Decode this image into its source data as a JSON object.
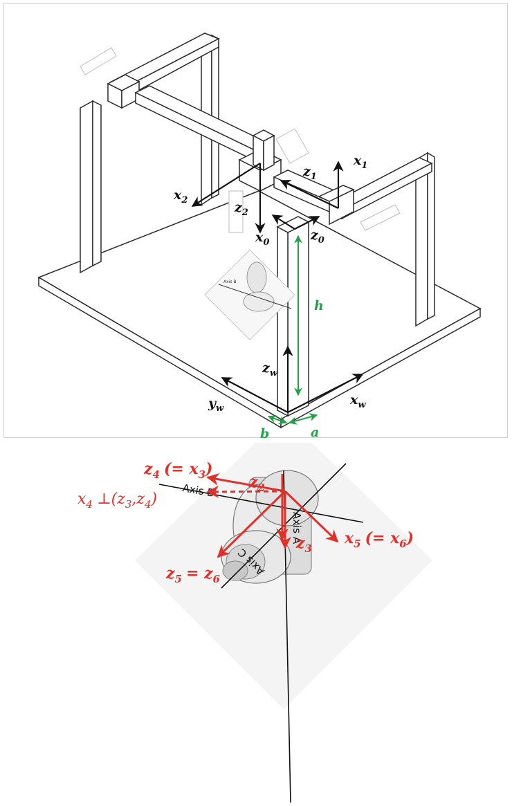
{
  "top_diagram": {
    "frame_labels": {
      "x1": "x",
      "x1_sub": "1",
      "z1": "z",
      "z1_sub": "1",
      "x2": "x",
      "x2_sub": "2",
      "z2": "z",
      "z2_sub": "2",
      "x0": "x",
      "x0_sub": "0",
      "z0": "z",
      "z0_sub": "0",
      "zw": "z",
      "zw_sub": "w",
      "yw": "y",
      "yw_sub": "w",
      "xw": "x",
      "xw_sub": "w"
    },
    "dimension_labels": {
      "h": "h",
      "a": "a",
      "b": "b"
    },
    "inset_axis_label": "Axis B"
  },
  "bottom_diagram": {
    "labels": {
      "z2": "z",
      "z2_sub": "2",
      "z4": "z",
      "z4_sub": "4",
      "z4_eq": "(= x",
      "z4_eq_sub": "3",
      "z4_close": ")",
      "x4": "x",
      "x4_sub": "4",
      "x4_perp": "⊥(z",
      "x4_perp_sub1": "3",
      "x4_mid": ",z",
      "x4_perp_sub2": "4",
      "x4_close": ")",
      "z3": "z",
      "z3_sub": "3",
      "x5": "x",
      "x5_sub": "5",
      "x5_eq": "(= x",
      "x5_eq_sub": "6",
      "x5_close": ")",
      "z5": "z",
      "z5_sub": "5",
      "z5_eq": "= z",
      "z5_eq_sub": "6"
    },
    "axis_labels": {
      "axis_a": "Axis A",
      "axis_b": "Axis B",
      "axis_c": "Axis C"
    }
  },
  "colors": {
    "black_arrow": "#111111",
    "green_dim": "#22a34a",
    "red_frame": "#e0302a",
    "structure_stroke": "#2a2a2a"
  }
}
